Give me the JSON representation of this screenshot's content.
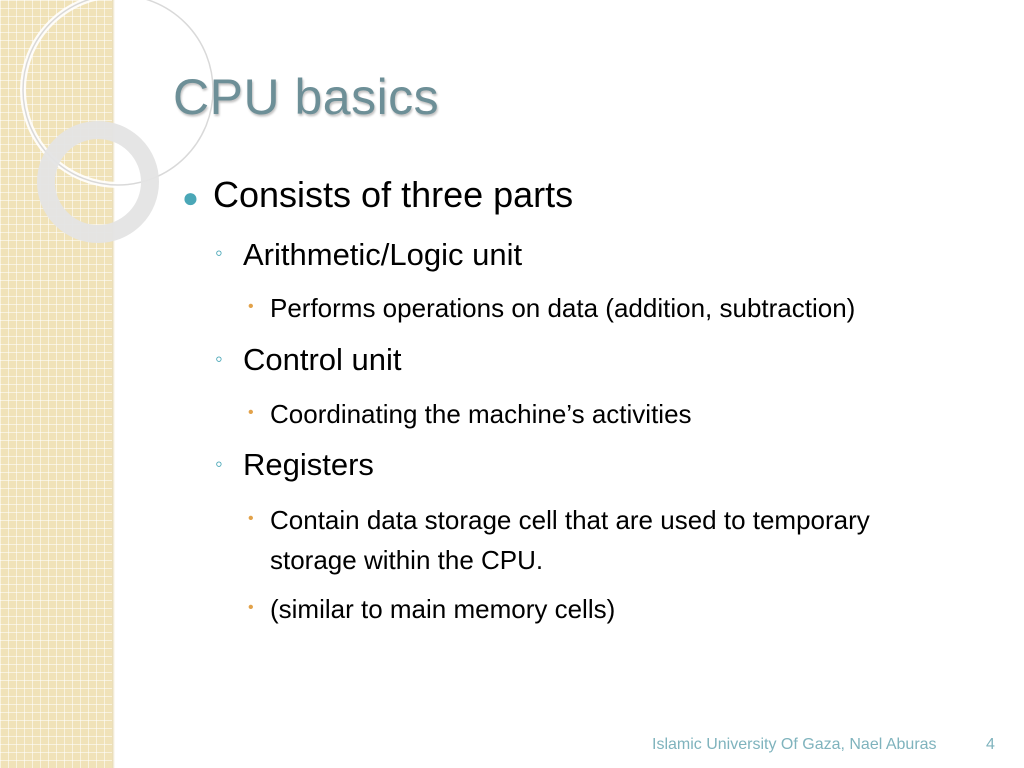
{
  "slide": {
    "title": "CPU basics",
    "bullets": {
      "main": "Consists of three parts",
      "alu": "Arithmetic/Logic unit",
      "alu_detail": "Performs operations on data (addition, subtraction)",
      "control": "Control unit",
      "control_detail": "Coordinating the machine’s activities",
      "registers": "Registers",
      "registers_detail_1": "Contain data storage cell that are used to temporary storage within the CPU.",
      "registers_detail_2": "(similar to main memory cells)"
    },
    "bullet_glyphs": {
      "level1": "●",
      "level2": "◦",
      "level3": "•"
    }
  },
  "footer": {
    "text": "Islamic University Of Gaza, Nael Aburas",
    "page_number": "4"
  },
  "colors": {
    "title": "#6d8f97",
    "accent": "#4aa7b7",
    "sub_bullet": "#e2a24a",
    "side_band": "#f0e2b8"
  }
}
